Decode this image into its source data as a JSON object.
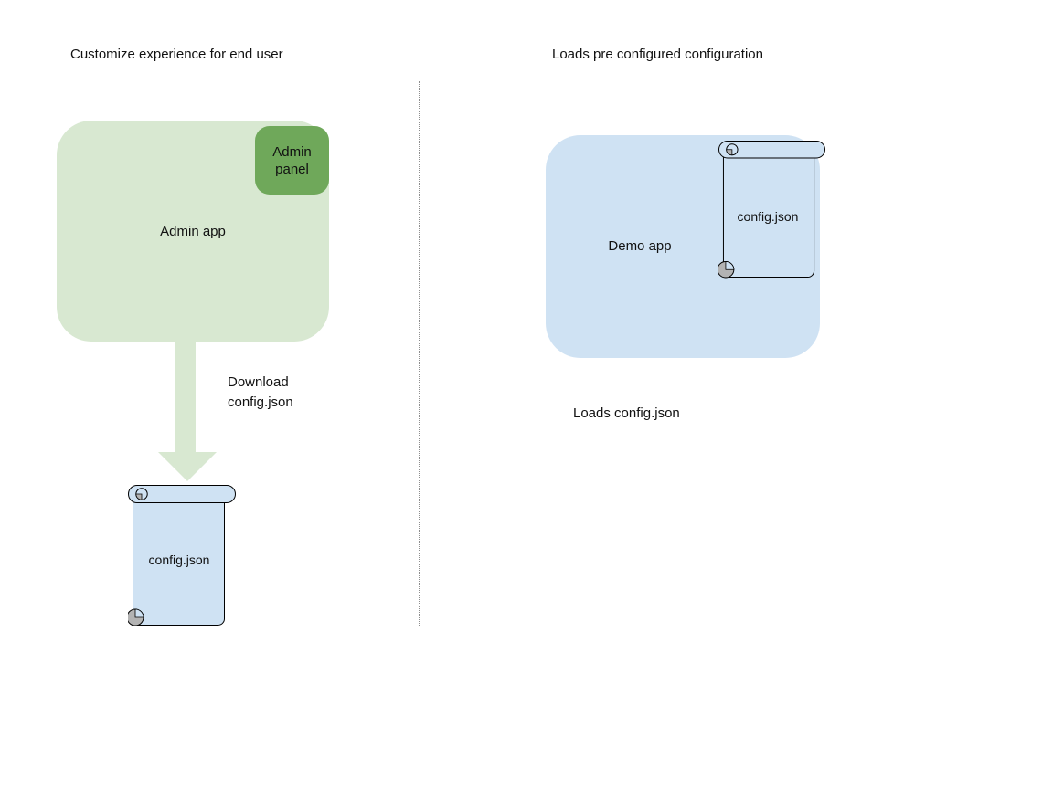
{
  "left": {
    "title": "Customize experience for end user",
    "admin_app_label": "Admin app",
    "admin_panel_label": "Admin panel",
    "arrow_caption": "Download\nconfig.json",
    "scroll_label": "config.json"
  },
  "right": {
    "title": "Loads pre configured configuration",
    "demo_app_label": "Demo app",
    "scroll_label": "config.json",
    "caption": "Loads config.json"
  },
  "colors": {
    "admin_app_fill": "#d8e8d1",
    "admin_panel_fill": "#6fa85a",
    "arrow_fill": "#d8e8d1",
    "demo_app_fill": "#cfe2f3",
    "scroll_fill": "#cfe2f3",
    "curl_gray": "#b3b3b3",
    "outline": "#000000",
    "divider_gray": "#8c8c8c",
    "text": "#111111",
    "background": "#ffffff"
  }
}
